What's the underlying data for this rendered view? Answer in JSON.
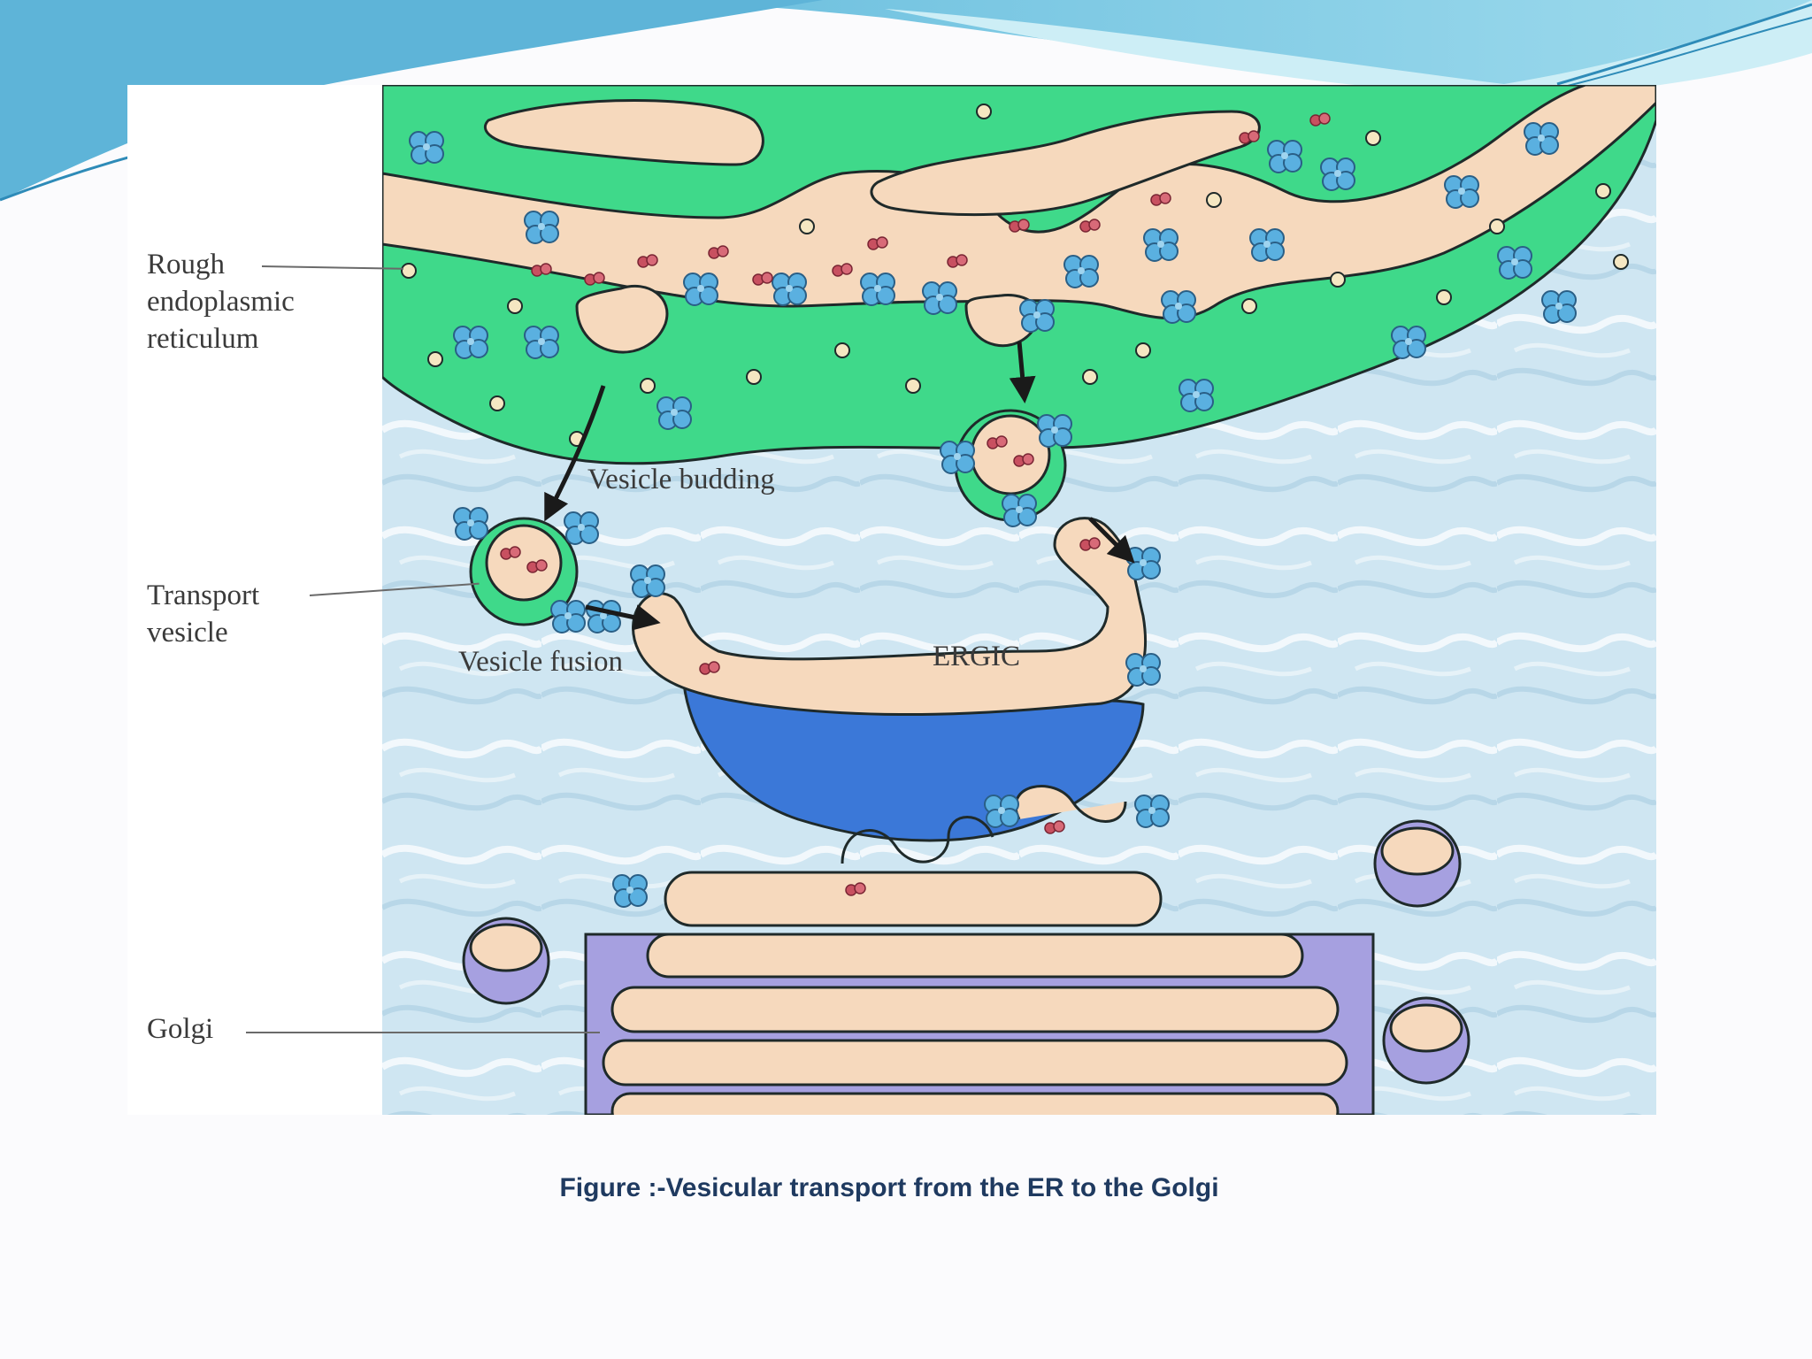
{
  "labels": {
    "rough_er": [
      "Rough",
      "endoplasmic",
      "reticulum"
    ],
    "transport_vesicle": [
      "Transport",
      "vesicle"
    ],
    "golgi": "Golgi",
    "vesicle_budding": "Vesicle budding",
    "vesicle_fusion": "Vesicle fusion",
    "ergic": "ERGIC"
  },
  "caption": "Figure :-Vesicular transport from the ER to the Golgi",
  "colors": {
    "header_teal": "#5ab3d6",
    "er_green": "#3fd98a",
    "lumen_peach": "#f6d9bd",
    "cytoplasm_blue": "#cfe6f2",
    "ergic_blue": "#3b78d8",
    "golgi_purple": "#a6a0e0",
    "protein_blue": "#5ab0e0",
    "cargo_red": "#c85060",
    "caption_navy": "#1f3a60"
  }
}
